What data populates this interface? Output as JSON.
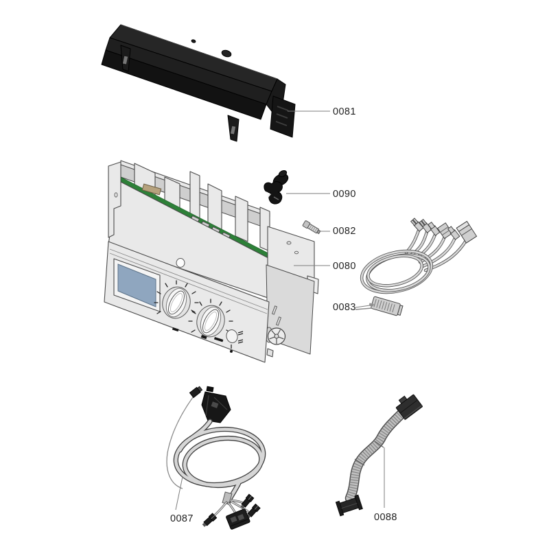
{
  "diagram": {
    "background": "#ffffff",
    "callouts": {
      "c0081": "0081",
      "c0090": "0090",
      "c0082": "0082",
      "c0080": "0080",
      "c0083": "0083",
      "c0087": "0087",
      "c0088": "0088"
    }
  },
  "colors": {
    "background": "#ffffff",
    "text": "#1f1f1f",
    "leader": "#7d7d7d",
    "outline": "#4a4a4a",
    "panel_light": "#e9e9e9",
    "panel_mid": "#dadada",
    "cover_dark": "#1b1b1b",
    "display_blue": "#8fa6bf",
    "pcb_green": "#2d8038",
    "wire_light": "#d8d8d8",
    "wire_dark": "#4f4f4f"
  }
}
